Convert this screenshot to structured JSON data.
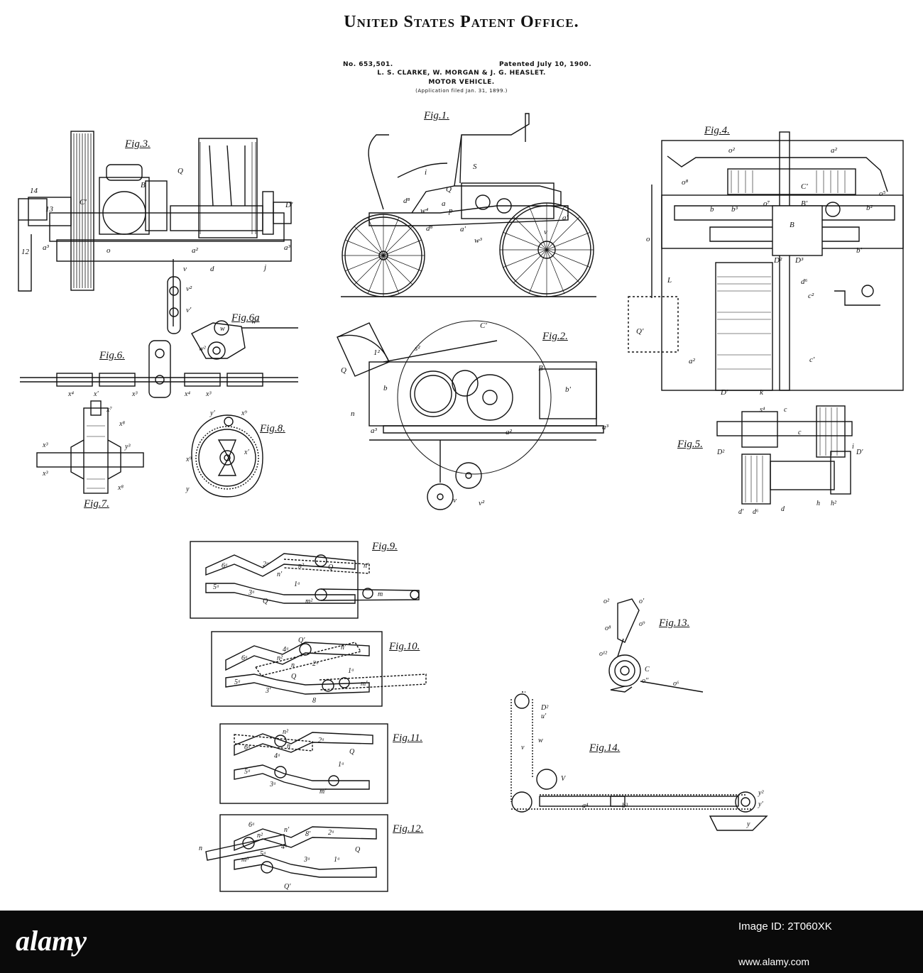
{
  "header": {
    "title": "United States Patent Office.",
    "patent_no": "No. 653,501.",
    "patented": "Patented July 10, 1900.",
    "inventors": "L. S. CLARKE, W. MORGAN & J. G. HEASLET.",
    "subject": "MOTOR VEHICLE.",
    "application": "(Application filed Jan. 31, 1899.)"
  },
  "figures": {
    "fig1": "Fig.1.",
    "fig2": "Fig.2.",
    "fig3": "Fig.3.",
    "fig4": "Fig.4.",
    "fig5": "Fig.5.",
    "fig6": "Fig.6.",
    "fig6a": "Fig.6a",
    "fig7": "Fig.7.",
    "fig8": "Fig.8.",
    "fig9": "Fig.9.",
    "fig10": "Fig.10.",
    "fig11": "Fig.11.",
    "fig12": "Fig.12.",
    "fig13": "Fig.13.",
    "fig14": "Fig.14."
  },
  "stock_bar": {
    "logo": "alamy",
    "image_id_label": "Image ID: 2T060XK",
    "url": "www.alamy.com"
  },
  "colors": {
    "ink": "#111111",
    "paper": "#ffffff",
    "bar": "#0a0a0a"
  }
}
